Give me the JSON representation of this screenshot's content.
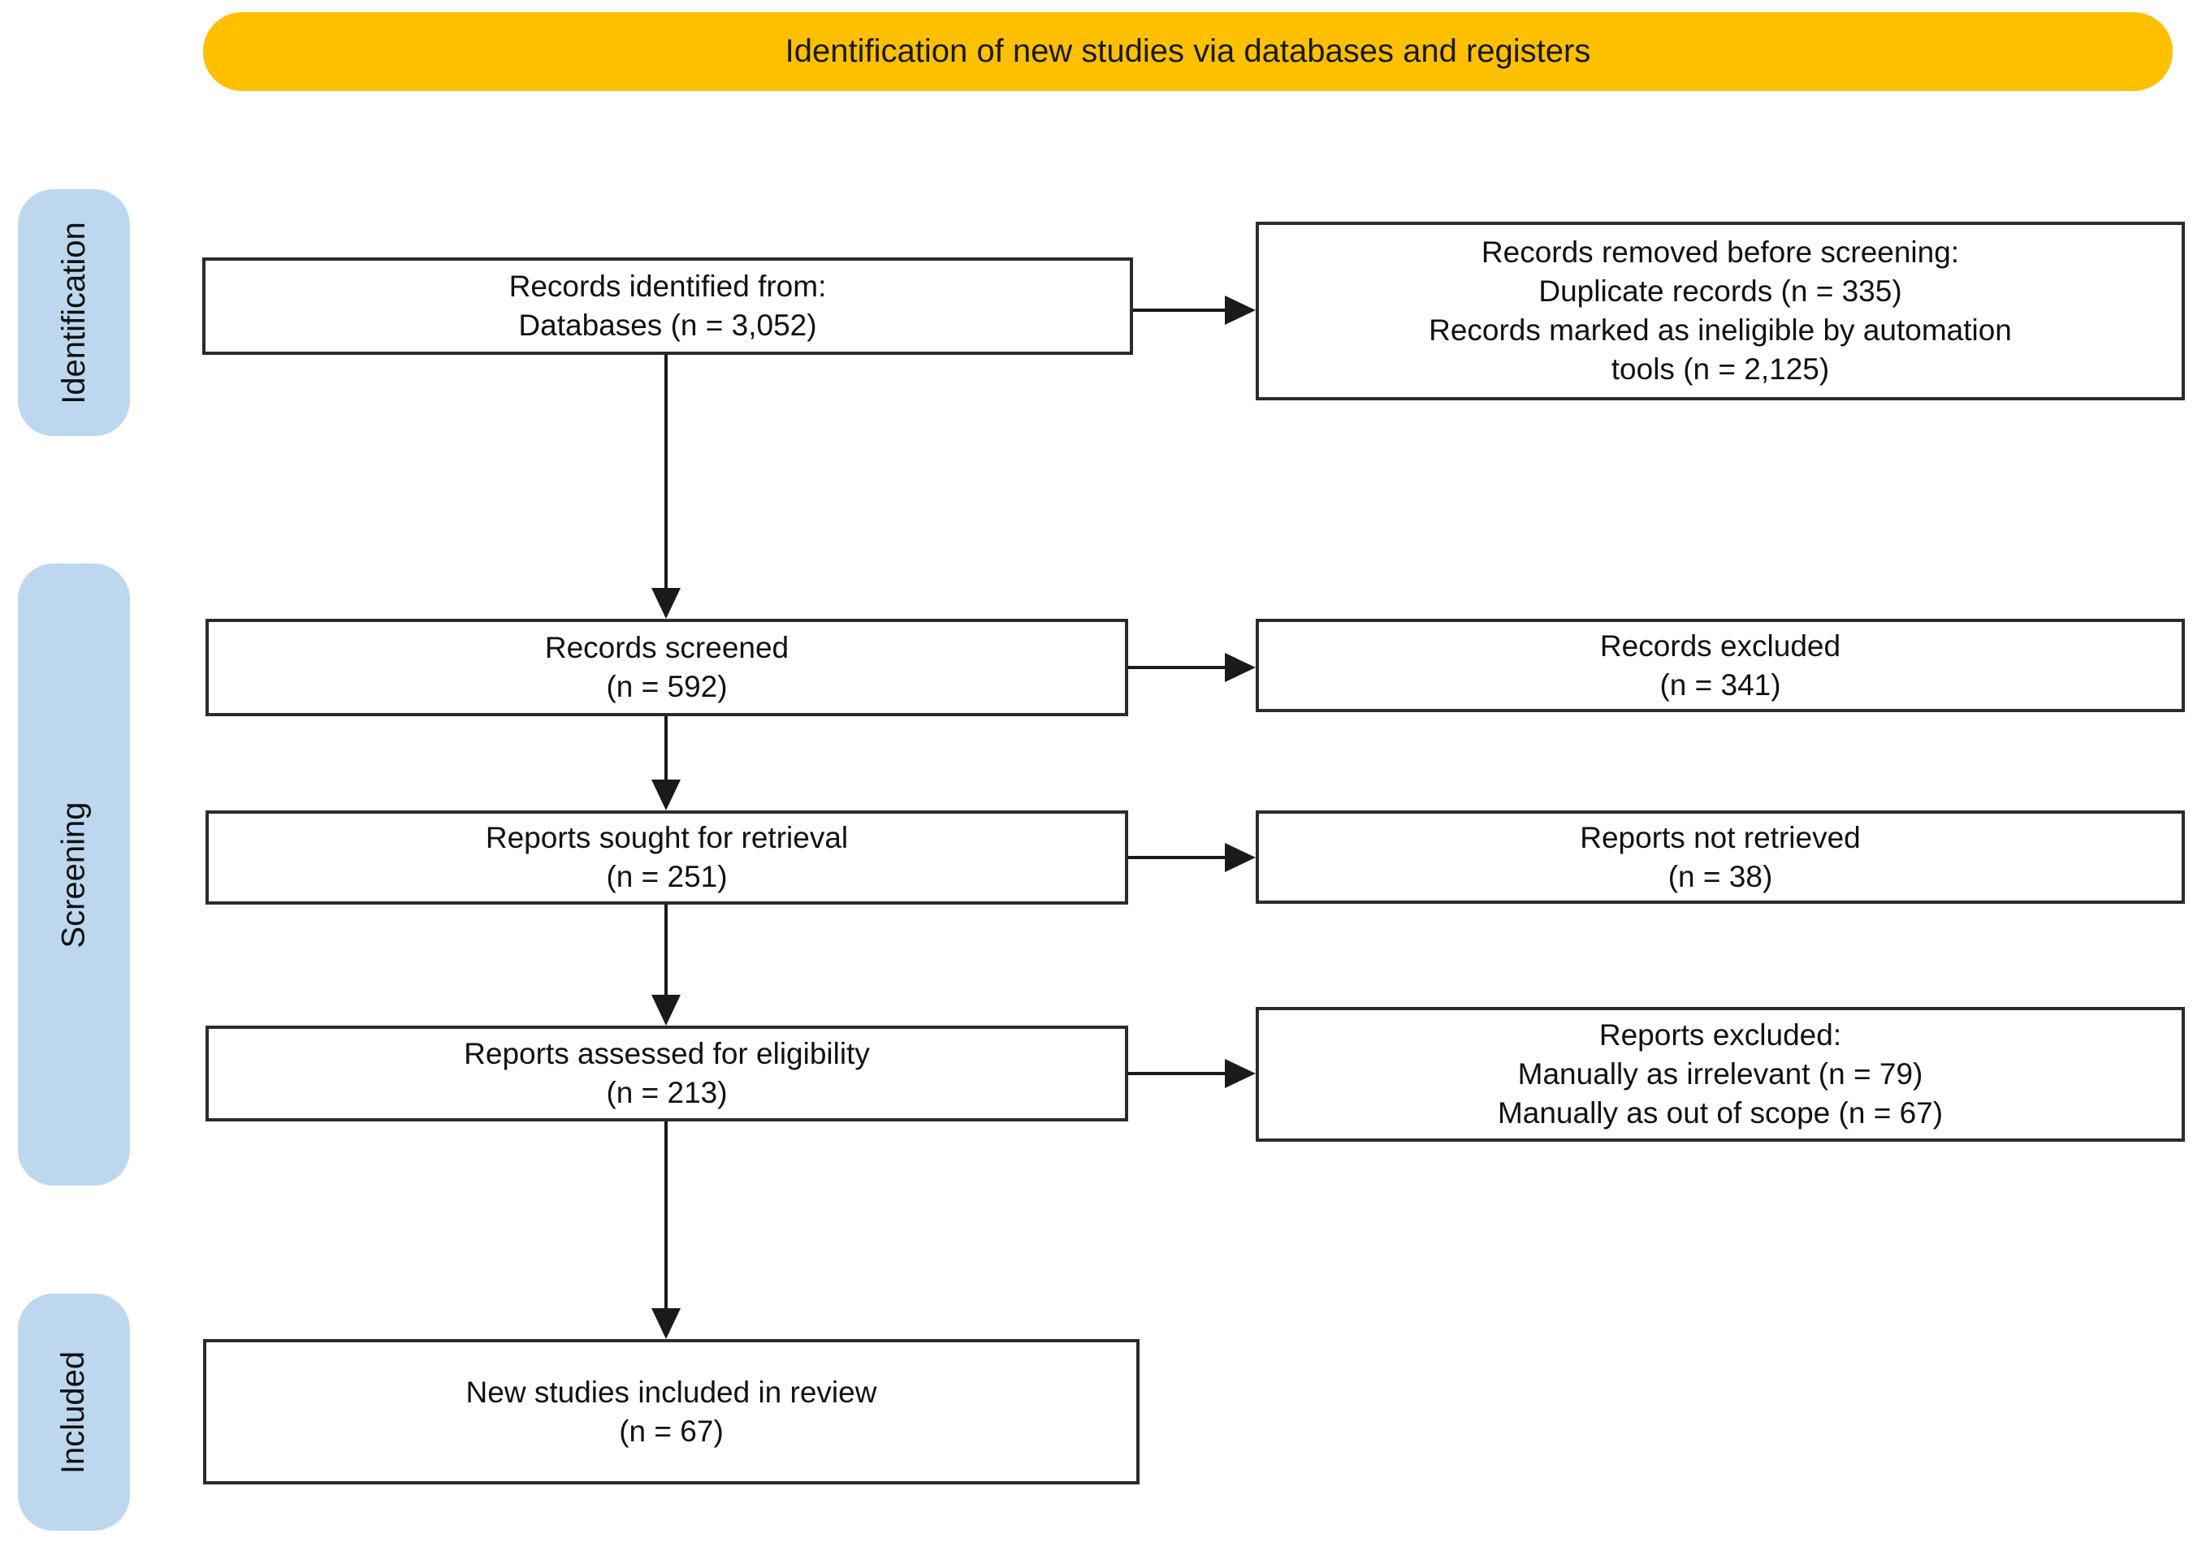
{
  "title_banner": {
    "label": "Identification of new studies via databases and registers"
  },
  "stage_labels": [
    {
      "label": "Identification"
    },
    {
      "label": "Screening"
    },
    {
      "label": "Included"
    }
  ],
  "boxes": [
    {
      "name": "records-identified",
      "lines": [
        "Records identified from:",
        "Databases (n = 3,052)"
      ]
    },
    {
      "name": "records-removed",
      "lines": [
        "Records removed before screening:",
        "Duplicate records (n = 335)",
        "Records marked as ineligible by automation",
        "tools (n = 2,125)"
      ]
    },
    {
      "name": "records-screened",
      "lines": [
        "Records screened",
        "(n = 592)"
      ]
    },
    {
      "name": "records-excluded",
      "lines": [
        "Records excluded",
        "(n = 341)"
      ]
    },
    {
      "name": "reports-sought",
      "lines": [
        "Reports sought for retrieval",
        "(n = 251)"
      ]
    },
    {
      "name": "reports-not-retrieved",
      "lines": [
        "Reports not retrieved",
        "(n = 38)"
      ]
    },
    {
      "name": "reports-assessed",
      "lines": [
        "Reports assessed for eligibility",
        "(n = 213)"
      ]
    },
    {
      "name": "reports-excluded",
      "lines": [
        "Reports excluded:",
        "Manually as irrelevant (n = 79)",
        "Manually as out of scope (n = 67)"
      ]
    },
    {
      "name": "new-studies-included",
      "lines": [
        "New studies included in review",
        "(n = 67)"
      ]
    }
  ],
  "colors": {
    "banner_bg": "#FFC000",
    "stage_bg": "#BDD7EE",
    "box_border": "#2B2B2B",
    "arrow": "#1A1A1A",
    "background": "#FFFFFF"
  }
}
